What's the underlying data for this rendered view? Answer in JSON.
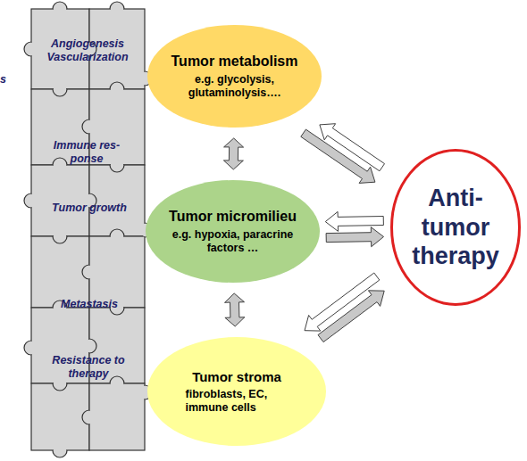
{
  "diagram": {
    "nodes": [
      {
        "text": [
          "Tumor metabolism",
          "e.g. glycolysis, glutaminolysis…."
        ]
      },
      {
        "text": [
          "Tumor micromilieu",
          "e.g. hypoxia, paracrine factors …"
        ]
      },
      {
        "text": [
          "Tumor stroma",
          "fibroblasts, EC, immune cells"
        ]
      },
      {
        "text": [
          "Anti- tumor therapy"
        ]
      }
    ],
    "edges": [
      {
        "from": 0,
        "to": 1,
        "arrow": "both"
      },
      {
        "from": 1,
        "to": 2,
        "arrow": "both"
      },
      {
        "from": 3,
        "to": 0,
        "arrow": "to"
      },
      {
        "from": 0,
        "to": 3,
        "arrow": "to"
      },
      {
        "from": 3,
        "to": 1,
        "arrow": "to"
      },
      {
        "from": 1,
        "to": 3,
        "arrow": "to"
      },
      {
        "from": 3,
        "to": 2,
        "arrow": "to"
      },
      {
        "from": 2,
        "to": 3,
        "arrow": "to"
      }
    ],
    "labels": [
      "s",
      "Angiogenesis Vascularization",
      "Immune res- ponse",
      "Tumor growth",
      "Metastasis",
      "Resistance to therapy"
    ]
  }
}
